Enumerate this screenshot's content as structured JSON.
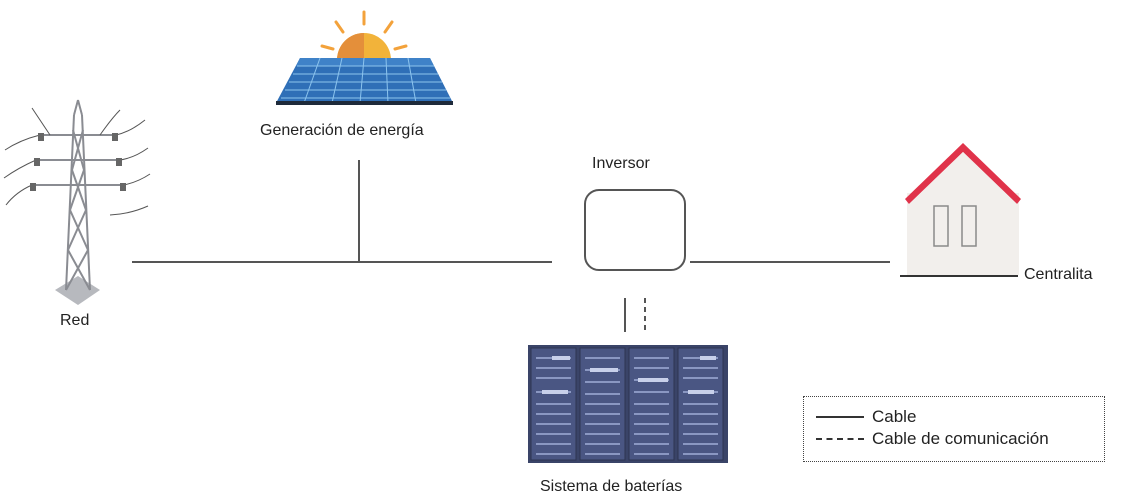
{
  "nodes": {
    "grid": {
      "label": "Red"
    },
    "generation": {
      "label": "Generación de energía"
    },
    "inverter": {
      "label": "Inversor"
    },
    "house": {
      "label": "Centralita"
    },
    "battery": {
      "label": "Sistema de baterías"
    }
  },
  "legend": {
    "cable": "Cable",
    "comm_cable": "Cable de comunicación"
  },
  "colors": {
    "line": "#444444",
    "panel": "#2f6fb7",
    "sun": "#f3a23b",
    "roof": "#e0334a",
    "wall": "#f2efec",
    "battery": "#45517a",
    "tower": "#7d7f85"
  }
}
